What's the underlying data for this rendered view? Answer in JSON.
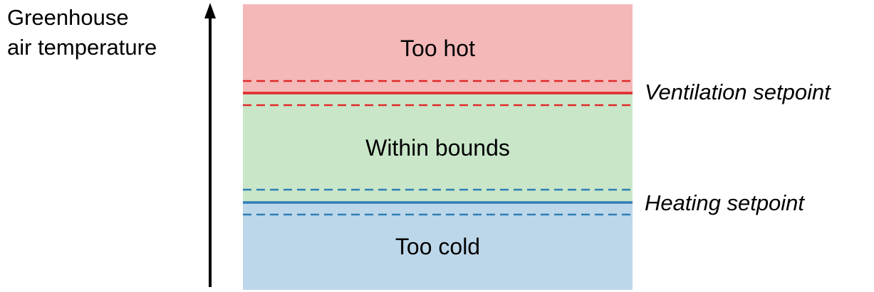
{
  "axis": {
    "label_line1": "Greenhouse",
    "label_line2": "air temperature"
  },
  "zones": [
    {
      "label": "Too hot",
      "color": "#f4b8b8"
    },
    {
      "label": "Within bounds",
      "color": "#c9e6c9"
    },
    {
      "label": "Too cold",
      "color": "#bdd7ea"
    }
  ],
  "setpoints": {
    "ventilation": {
      "label": "Ventilation setpoint",
      "color": "#e02a2a"
    },
    "heating": {
      "label": "Heating setpoint",
      "color": "#2f7fb5"
    }
  }
}
